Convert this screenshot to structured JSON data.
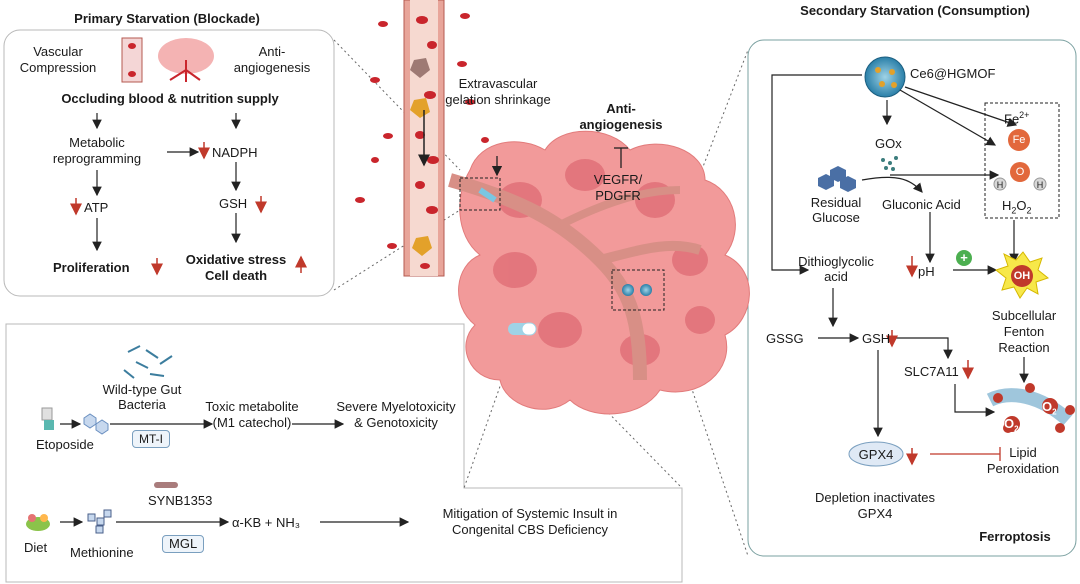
{
  "primary": {
    "title": "Primary Starvation (Blockade)",
    "vascular": "Vascular Compression",
    "anti_angio": "Anti- angiogenesis",
    "occluding": "Occluding blood & nutrition supply",
    "metabolic": "Metabolic reprogramming",
    "nadph": "NADPH",
    "atp": "ATP",
    "gsh": "GSH",
    "proliferation": "Proliferation",
    "oxidative": "Oxidative stress",
    "celldeath": "Cell death"
  },
  "center": {
    "extravascular": "Extravascular gelation shrinkage",
    "anti_angio": "Anti- angiogenesis",
    "vegfr": "VEGFR/ PDGFR"
  },
  "secondary": {
    "title": "Secondary Starvation (Consumption)",
    "ce6": "Ce6@HGMOF",
    "gox": "GOx",
    "fe2": "Fe",
    "fe2_sup": "2+",
    "fe_ball": "Fe",
    "o_atom": "O",
    "h_atom": "H",
    "h2o2": "H",
    "h2o2_sub": "2",
    "h2o2_end": "O",
    "h2o2_sub2": "2",
    "residual": "Residual Glucose",
    "gluconic": "Gluconic Acid",
    "dithio": "Dithioglycolic acid",
    "ph": "pH",
    "plus": "+",
    "oh": "OH",
    "subcellular": "Subcellular Fenton Reaction",
    "gssg": "GSSG",
    "gsh": "GSH",
    "slc": "SLC7A11",
    "gpx4": "GPX4",
    "o2": "O",
    "o2_sub": "2",
    "lipid": "Lipid Peroxidation",
    "depletion": "Depletion inactivates GPX4",
    "ferroptosis": "Ferroptosis"
  },
  "bottom": {
    "wildtype": "Wild-type Gut Bacteria",
    "toxic": "Toxic metabolite (M1 catechol)",
    "severe": "Severe Myelotoxicity & Genotoxicity",
    "etoposide": "Etoposide",
    "mti": "MT-I",
    "synb": "SYNB1353",
    "diet": "Diet",
    "methionine": "Methionine",
    "akb": "α-KB + NH₃",
    "mgl": "MGL",
    "mitigation": "Mitigation of Systemic Insult in Congenital CBS Deficiency"
  },
  "colors": {
    "down_arrow": "#c0392b",
    "tumor": "#f29a9a",
    "vessel": "#d9827a",
    "panel_border": "#b8b8b8"
  }
}
